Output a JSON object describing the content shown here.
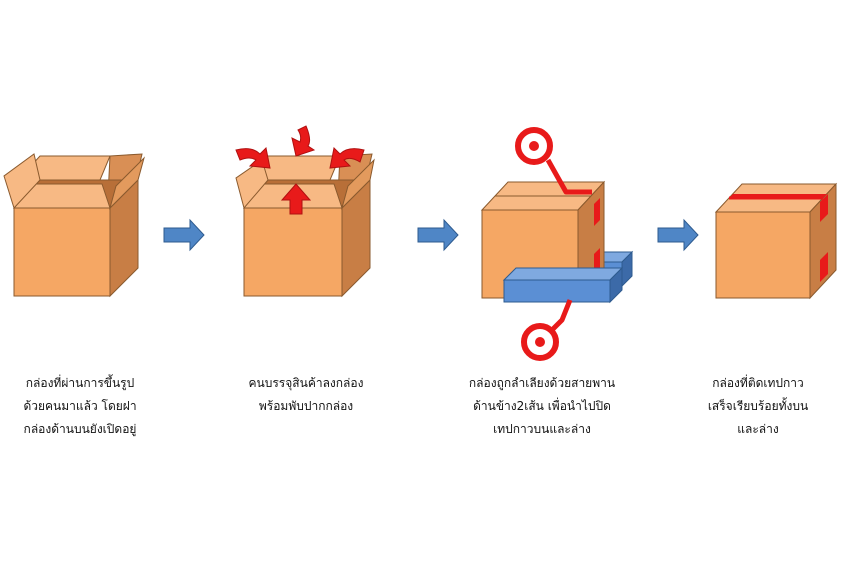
{
  "steps": [
    {
      "name": "open-box",
      "caption": [
        "กล่องที่ผ่านการขึ้นรูป",
        "ด้วยคนมาแล้ว โดยฝา",
        "กล่องด้านบนยังเปิดอยู่"
      ]
    },
    {
      "name": "fill-and-fold",
      "caption": [
        "คนบรรจุสินค้าลงกล่อง",
        "พร้อมพับปากกล่อง"
      ]
    },
    {
      "name": "tape-machine",
      "caption": [
        "กล่องถูกลำเลียงด้วยสายพาน",
        "ด้านข้าง2เส้น เพื่อนำไปปิด",
        "เทปกาวบนและล่าง"
      ]
    },
    {
      "name": "taped-box",
      "caption": [
        "กล่องที่ติดเทปกาว",
        "เสร็จเรียบร้อยทั้งบน",
        "และล่าง"
      ]
    }
  ],
  "colors": {
    "box_front": "#f5a764",
    "box_side": "#c87e45",
    "box_top": "#f7b984",
    "flap_inner": "#d98f55",
    "outline": "#8a5a2e",
    "arrow": "#4f86c6",
    "arrow_outline": "#2e5b8f",
    "tape": "#e81a1a",
    "belt": "#5b8fd4",
    "belt_side": "#3c6aa8"
  },
  "icons": [
    "flow-arrow-icon",
    "fold-arrow-icon",
    "tape-roll-icon",
    "conveyor-belt-icon"
  ]
}
